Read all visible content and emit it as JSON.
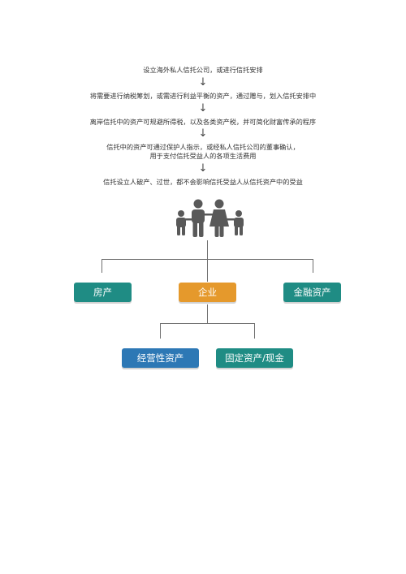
{
  "steps": [
    "设立海外私人信托公司，或进行信托安排",
    "将需要进行纳税筹划，或需进行利益平衡的资产，通过赠与，划入信托安排中",
    "离岸信托中的资产可规避所得税，以及各类资产税，并可简化财富传承的程序",
    "信托中的资产可通过保护人指示，或经私人信托公司的董事确认，",
    "用于支付信托受益人的各项生活费用",
    "信托设立人破产、过世，都不会影响信托受益人从信托资产中的受益"
  ],
  "arrow_glyph": "↓",
  "icon": "family-icon",
  "tree": {
    "level1": {
      "real_estate": "房产",
      "enterprise": "企业",
      "financial_assets": "金融资产"
    },
    "level2": {
      "operating_assets": "经营性资产",
      "fixed_assets_cash": "固定资产/现金"
    }
  },
  "colors": {
    "teal": "#1f8c84",
    "orange": "#e5992c",
    "blue": "#2d78b5",
    "icon": "#595959",
    "connector": "#6f6f6f"
  }
}
